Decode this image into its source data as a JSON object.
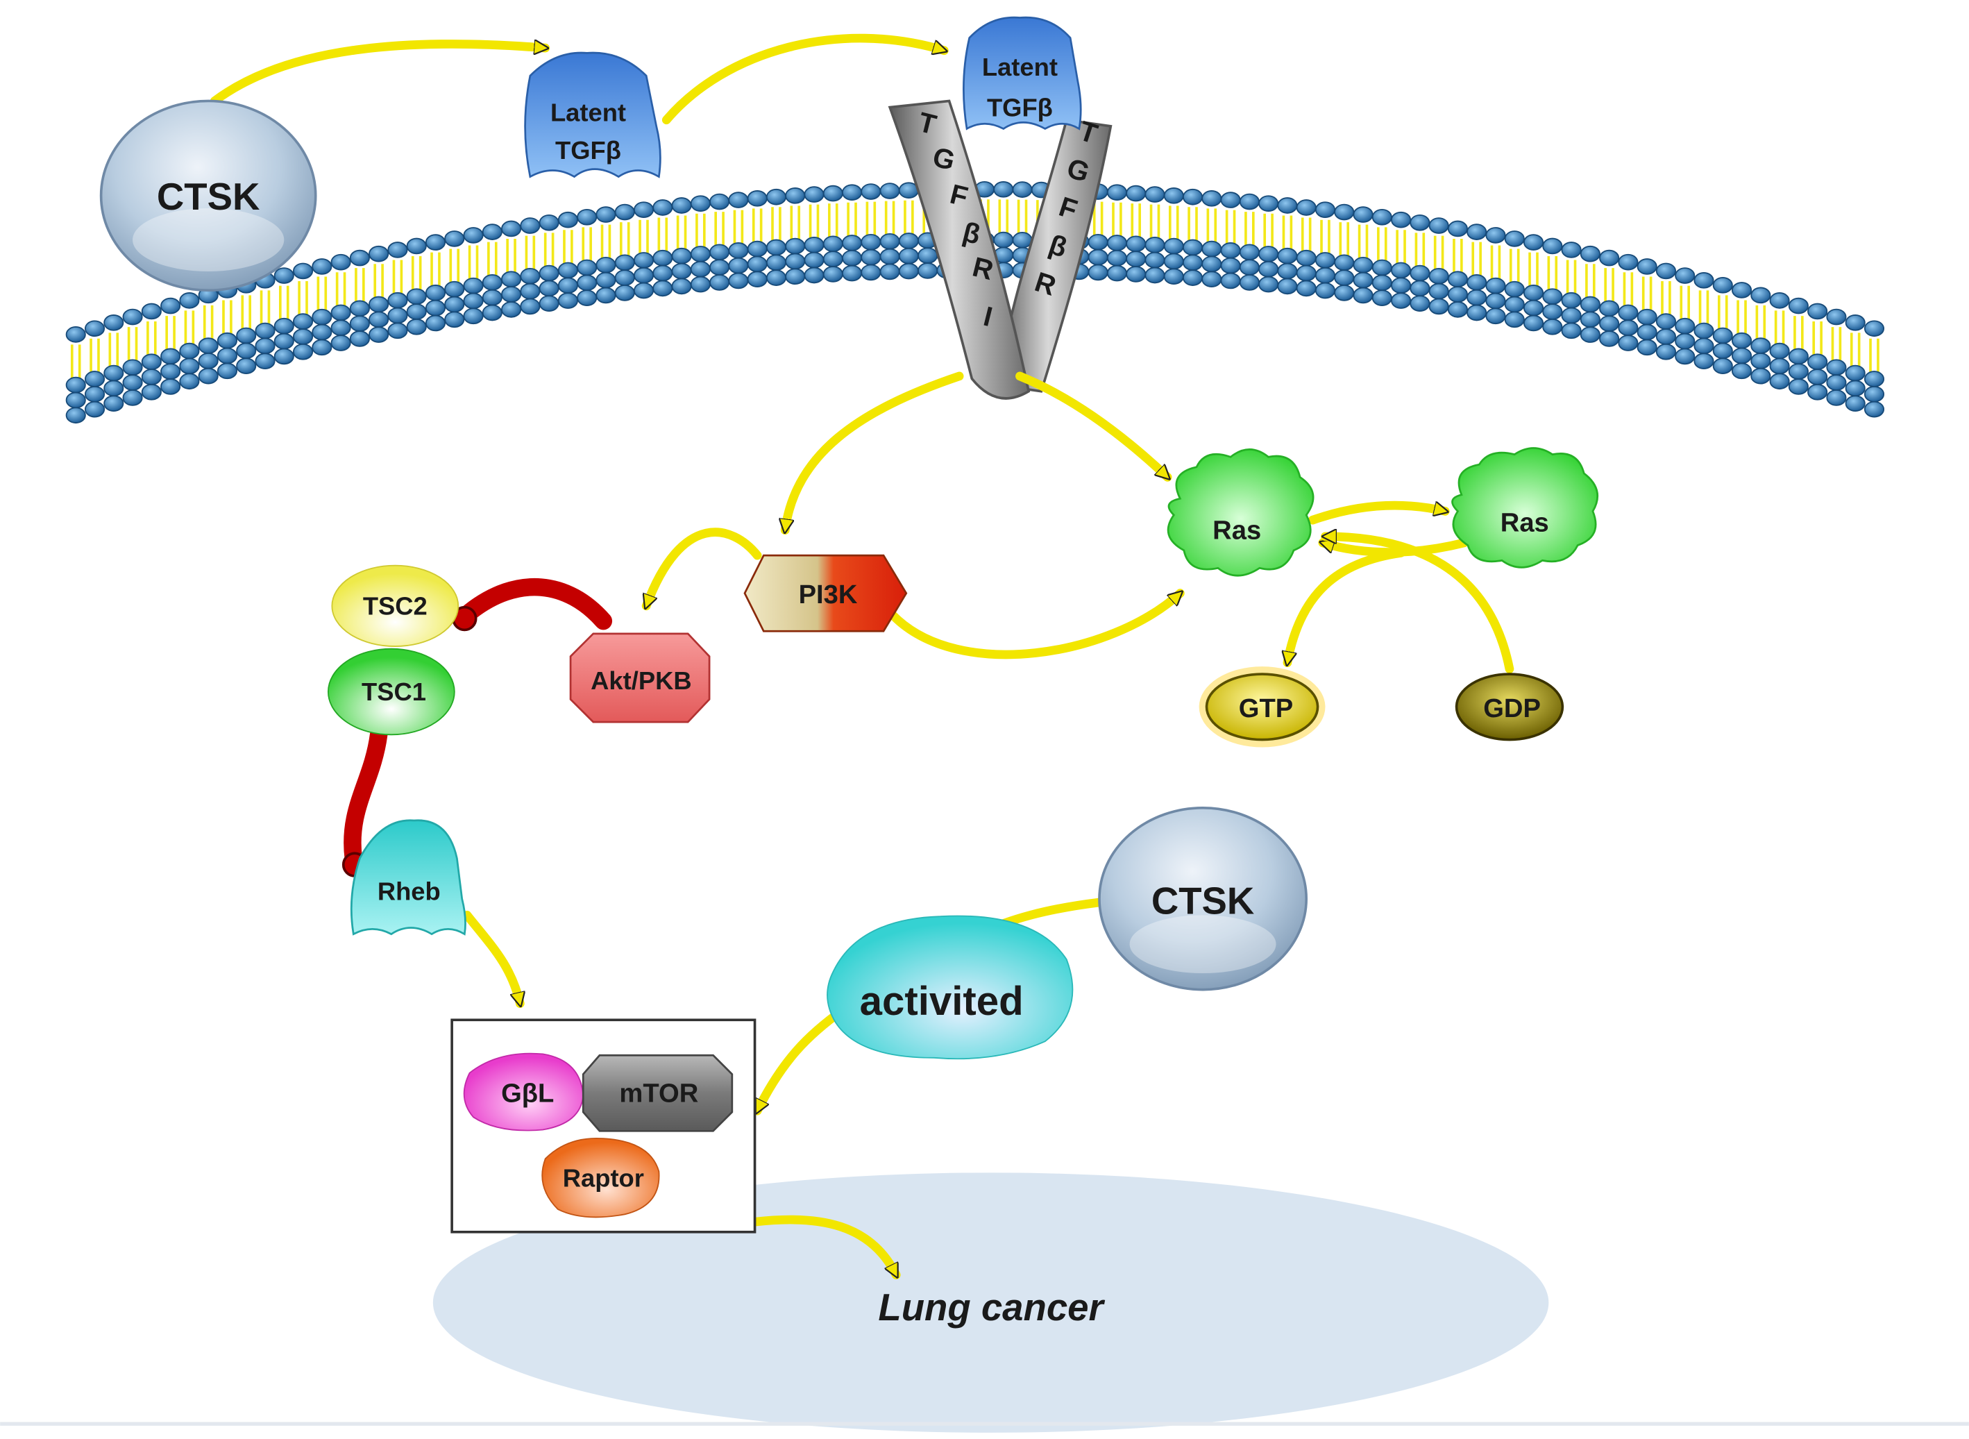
{
  "colors": {
    "ctsk": "#b9cde0",
    "latent_tgfb": "#3f7fd6",
    "receptor": "#8c8c8c",
    "lipid_head": "#2f79b8",
    "lipid_tail": "#f2e600",
    "ras": "#3ee03e",
    "gtp": "#e8d400",
    "gdp": "#b9a400",
    "tsc2": "#f3f06a",
    "tsc1": "#4fd84f",
    "akt": "#f07070",
    "pi3k_left": "#e7d9a8",
    "pi3k_right": "#e22b0c",
    "rheb": "#3fd6d6",
    "activited": "#4fd8d8",
    "gbl": "#ee4fd0",
    "mtor": "#8e8e8e",
    "raptor": "#f07a2a",
    "nucleus": "#d9e5f1",
    "activation_arrow": "#f2e600",
    "inhibition_arrow": "#c40000"
  },
  "nodes": {
    "ctsk_top": {
      "label": "CTSK",
      "icon": "ctsk-sphere"
    },
    "latent_tgfb_1": {
      "line1": "Latent",
      "line2": "TGFβ",
      "icon": "latent-tgfb-bell"
    },
    "latent_tgfb_2": {
      "line1": "Latent",
      "line2": "TGFβ",
      "icon": "latent-tgfb-bell"
    },
    "receptor_1": {
      "letters": [
        "T",
        "G",
        "F",
        "β",
        "R",
        "I"
      ],
      "icon": "receptor-tube"
    },
    "receptor_2": {
      "letters": [
        "T",
        "G",
        "F",
        "β",
        "R"
      ],
      "icon": "receptor-tube"
    },
    "ras_1": {
      "label": "Ras",
      "icon": "ras-cloud"
    },
    "ras_2": {
      "label": "Ras",
      "icon": "ras-cloud"
    },
    "pi3k": {
      "label": "PI3K",
      "icon": "pi3k-hexagon"
    },
    "akt": {
      "label": "Akt/PKB",
      "icon": "akt-octagon"
    },
    "tsc2": {
      "label": "TSC2",
      "icon": "tsc2-ellipse"
    },
    "tsc1": {
      "label": "TSC1",
      "icon": "tsc1-ellipse"
    },
    "gtp": {
      "label": "GTP",
      "icon": "gtp-disc"
    },
    "gdp": {
      "label": "GDP",
      "icon": "gdp-disc"
    },
    "rheb": {
      "label": "Rheb",
      "icon": "rheb-bell"
    },
    "ctsk_bottom": {
      "label": "CTSK",
      "icon": "ctsk-sphere"
    },
    "activited": {
      "label": "activited",
      "icon": "activited-blob"
    },
    "gbl": {
      "label": "GβL",
      "icon": "gbl-blob"
    },
    "mtor": {
      "label": "mTOR",
      "icon": "mtor-octagon"
    },
    "raptor": {
      "label": "Raptor",
      "icon": "raptor-blob"
    },
    "lung_cancer": {
      "label": "Lung cancer",
      "icon": "nucleus-ellipse"
    }
  },
  "edges": {
    "activation": [
      "CTSK → Latent TGFβ",
      "Latent TGFβ → Latent TGFβ (receptor-bound)",
      "TGFβR → PI3K",
      "TGFβR → Ras",
      "PI3K → Akt/PKB",
      "PI3K → Ras",
      "Ras → Ras",
      "Ras → Ras (return)",
      "Ras → GTP",
      "GDP → Ras",
      "Rheb → mTOR complex",
      "CTSK → activited",
      "activited → mTOR complex",
      "mTOR complex → Lung cancer"
    ],
    "inhibition": [
      "Akt/PKB ⊣ TSC2",
      "TSC1 ⊣ Rheb"
    ]
  }
}
